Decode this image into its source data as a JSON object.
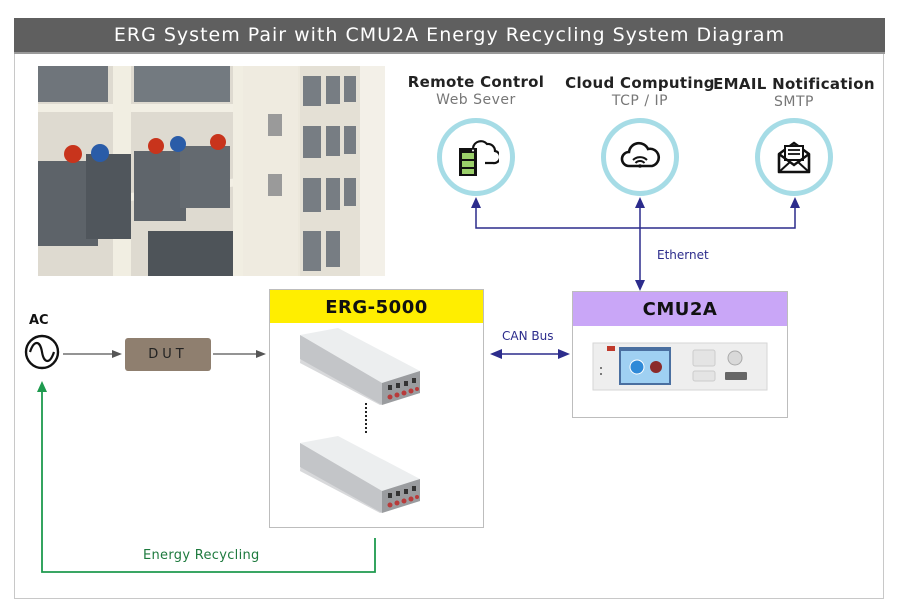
{
  "header": {
    "title": "ERG System Pair with CMU2A Energy Recycling System Diagram"
  },
  "photo": {
    "subject": "battery-room-racks"
  },
  "services": [
    {
      "title": "Remote Control",
      "subtitle": "Web Sever",
      "icon": "server-cloud-icon"
    },
    {
      "title": "Cloud Computing",
      "subtitle": "TCP / IP",
      "icon": "cloud-wifi-icon"
    },
    {
      "title": "EMAIL Notification",
      "subtitle": "SMTP",
      "icon": "email-open-icon"
    }
  ],
  "links": {
    "ethernet": "Ethernet",
    "can_bus": "CAN Bus",
    "energy_recycling": "Energy Recycling"
  },
  "source": {
    "label": "AC",
    "icon": "ac-sine-icon"
  },
  "dut": {
    "label": "DUT"
  },
  "erg": {
    "title": "ERG-5000",
    "units": 2
  },
  "cmu": {
    "title": "CMU2A"
  },
  "colors": {
    "title_bar": "#5f5f5f",
    "erg_header": "#ffee00",
    "cmu_header": "#c9a6f7",
    "circle_ring": "#a6dce6",
    "network_wire": "#2c2c8c",
    "recycle_wire": "#1e9a4e",
    "power_wire": "#555555",
    "dut_fill": "#8f7f6f"
  }
}
